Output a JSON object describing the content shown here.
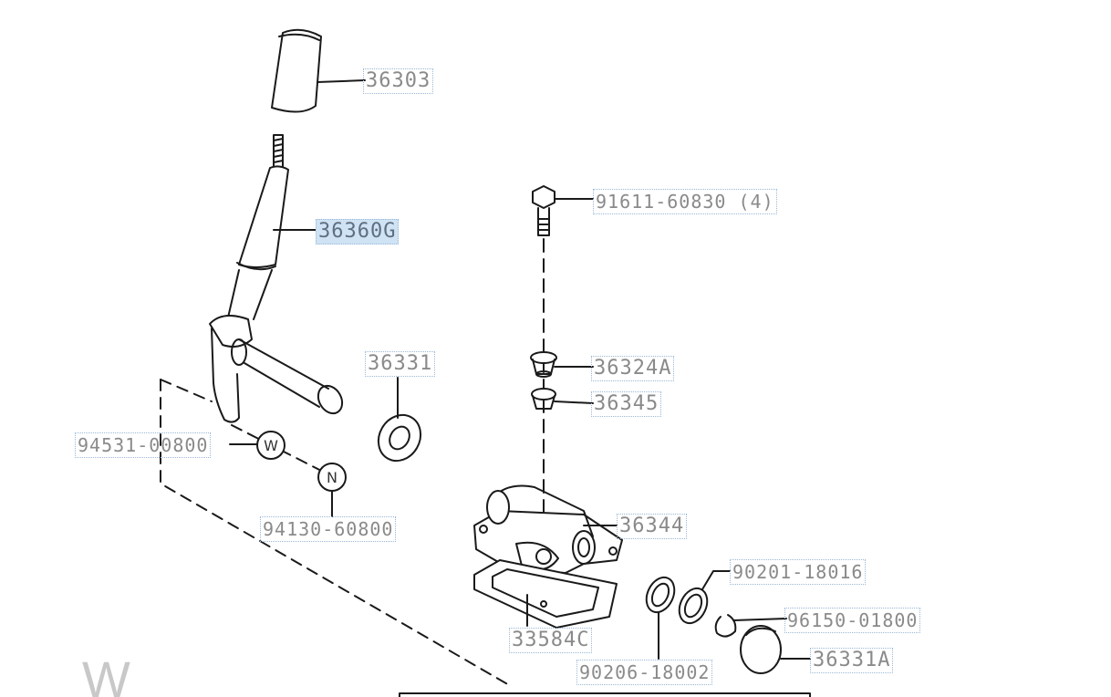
{
  "labels": {
    "knob": "36303",
    "lever": "36360G",
    "bolt": "91611-60830 (4)",
    "seal": "36331",
    "bushing_a": "36324A",
    "bushing_b": "36345",
    "washer_w": "94531-00800",
    "nut_n": "94130-60800",
    "housing": "36344",
    "gasket": "33584C",
    "ring_a": "90201-18016",
    "ring_b": "90206-18002",
    "clip": "96150-01800",
    "cap": "36331A"
  },
  "badges": {
    "washer": "W",
    "nut": "N"
  },
  "watermark": "W",
  "colors": {
    "line": "#1a1a1a",
    "label_text": "#8a8a8a",
    "label_border": "#9ab8d6",
    "selected_bg": "#cfe3f4"
  }
}
